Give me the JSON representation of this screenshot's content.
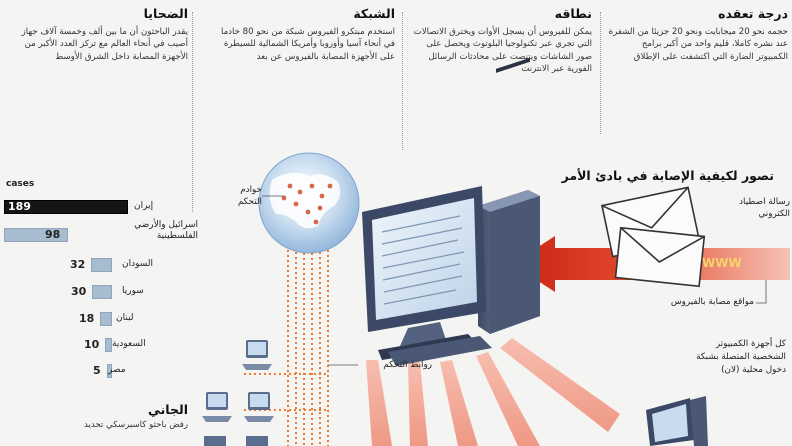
{
  "columns": [
    {
      "title": "درجة تعقده",
      "body": "حجمه نحو 20 ميجابايت ونحو 20 جزيئا من الشفرة عند نشره كاملا، قليم واحد من أكبر برامج الكمبيوتر الضارة التي اكتشفت على الإطلاق"
    },
    {
      "title": "نطاقه",
      "body": "يمكن للفيروس أن يسجل الأوات ويخترق الاتصالات التي تجري عبر تكنولوجيا البلوتوث ويحصل على صور الشاشات ويتنصت على محادثات الرسائل الفورية عبر الانترنت"
    },
    {
      "title": "الشبكة",
      "body": "استخدم مبتكرو الفيروس شبكة من نحو 80 خادما في أنحاء آسيا وأوروبا وأمريكا الشمالية للسيطرة على الأجهزة المصابة بالفيروس عن بعد"
    },
    {
      "title": "الضحايا",
      "body": "يقدر الباحثون أن ما بين ألف وخمسة آلاف جهاز أصيب في أنحاء العالم مع تركز العدد الأكبر من الأجهزة المصابة داخل الشرق الأوسط"
    }
  ],
  "chart_data": {
    "type": "bar",
    "ylabel": "cases",
    "categories": [
      "إيران",
      "اسرائيل والأرضي الفلسطينية",
      "السودان",
      "سوريا",
      "لبنان",
      "السعودية",
      "مصر"
    ],
    "values": [
      189,
      98,
      32,
      30,
      18,
      10,
      5
    ]
  },
  "diagram": {
    "infection_title": "تصور لكيفية الإصابة في بادئ الأمر",
    "email_label": "رسالة اصطياد الكتروني",
    "www_label": "WWW",
    "sites_label": "مواقع مصابة بالفيروس",
    "servers_label": "خوادم التحكم",
    "links_label": "روابط التحكم",
    "lan_label": "كل أجهزة الكمبيوتر الشخصية المتصلة بشبكة دخول محلية (لان)"
  },
  "culprit": {
    "title": "الجاني",
    "body": "رفض باحثو كاسبرسكي تحديد"
  },
  "colors": {
    "orange": "#ee7a2e",
    "arrow_red": "#d9301c",
    "bar_blue": "#a8bccf",
    "bar_dark": "#151515"
  }
}
